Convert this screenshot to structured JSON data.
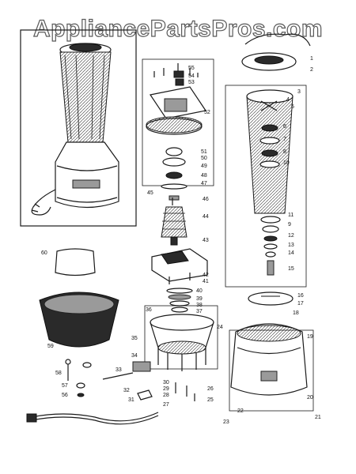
{
  "watermark": "AppliancePartsPros.com",
  "diagram": {
    "part_numbers": [
      "1",
      "2",
      "3",
      "4",
      "5",
      "6",
      "7",
      "8",
      "9",
      "10",
      "11",
      "12",
      "13",
      "14",
      "15",
      "16",
      "17",
      "18",
      "19",
      "20",
      "21",
      "22",
      "23",
      "24",
      "25",
      "26",
      "27",
      "28",
      "29",
      "30",
      "31",
      "32",
      "33",
      "34",
      "35",
      "36",
      "37",
      "38",
      "39",
      "40",
      "41",
      "42",
      "43",
      "44",
      "45",
      "46",
      "47",
      "48",
      "49",
      "50",
      "51",
      "52",
      "53",
      "54",
      "55",
      "56",
      "57",
      "58",
      "59",
      "60"
    ]
  }
}
